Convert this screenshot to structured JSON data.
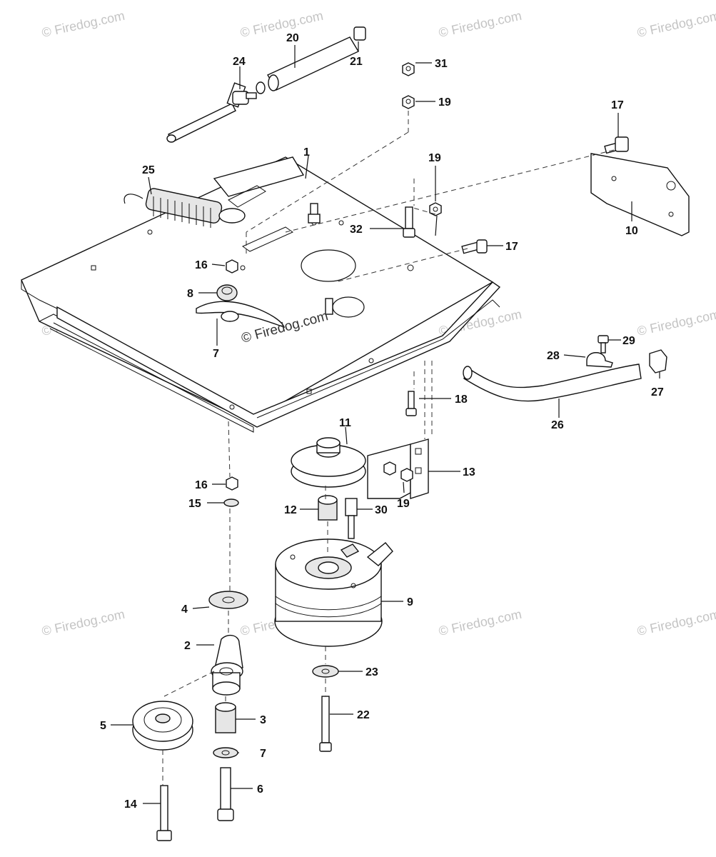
{
  "watermarks": {
    "text": "© Firedog.com",
    "center_text": "© Firedog.com"
  },
  "callouts": {
    "c1": "1",
    "c2": "2",
    "c3": "3",
    "c4": "4",
    "c5": "5",
    "c6": "6",
    "c7a": "7",
    "c7b": "7",
    "c8": "8",
    "c9": "9",
    "c10": "10",
    "c11": "11",
    "c12": "12",
    "c13": "13",
    "c14": "14",
    "c15": "15",
    "c16a": "16",
    "c16b": "16",
    "c17a": "17",
    "c17b": "17",
    "c18": "18",
    "c19a": "19",
    "c19b": "19",
    "c19c": "19",
    "c20": "20",
    "c21": "21",
    "c22": "22",
    "c23": "23",
    "c24": "24",
    "c25": "25",
    "c26": "26",
    "c27": "27",
    "c28": "28",
    "c29": "29",
    "c30": "30",
    "c31": "31",
    "c32": "32"
  }
}
